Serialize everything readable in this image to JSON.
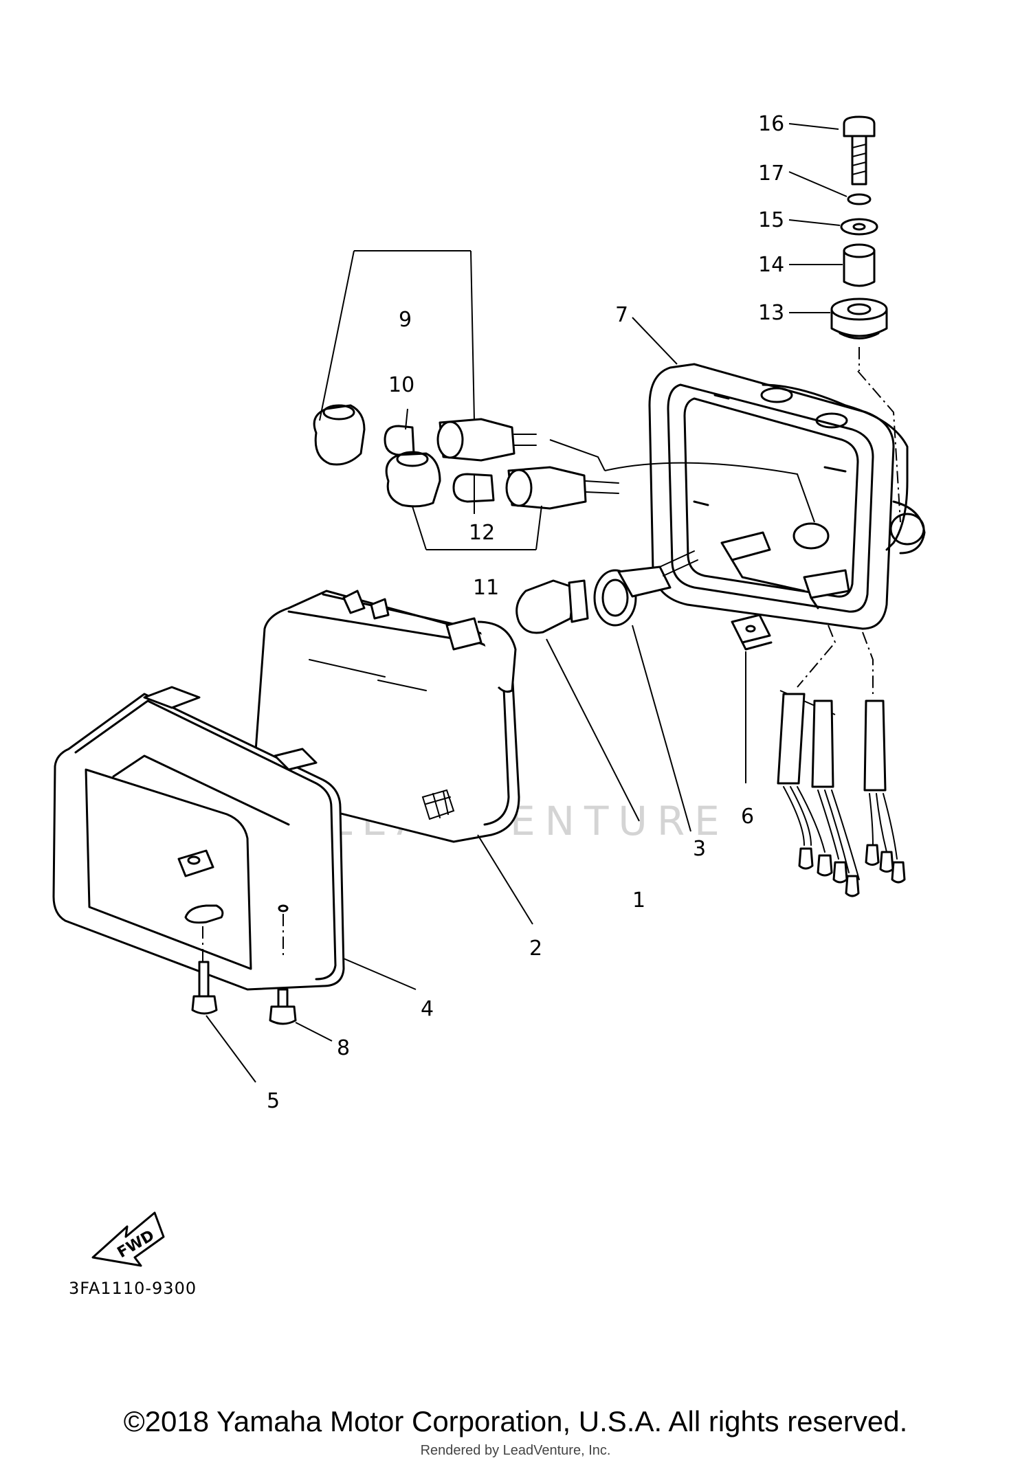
{
  "diagram": {
    "part_labels": [
      "1",
      "2",
      "3",
      "4",
      "5",
      "6",
      "7",
      "8",
      "9",
      "10",
      "11",
      "12",
      "13",
      "14",
      "15",
      "16",
      "17"
    ],
    "diagram_code": "3FA1110-9300",
    "fwd_label": "FWD",
    "watermark": "LEADVENTURE"
  },
  "footer": {
    "copyright": "©2018 Yamaha Motor Corporation, U.S.A. All rights reserved.",
    "rendered_by": "Rendered by LeadVenture, Inc."
  }
}
